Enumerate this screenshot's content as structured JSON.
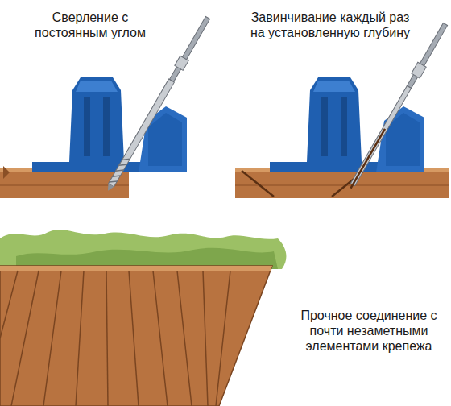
{
  "diagram": {
    "labels": [
      "Сверление с постоянным углом",
      "Завинчивание каждый раз на установленную глубину",
      "Прочное соединение с почти незаметными элементами крепежа"
    ]
  }
}
